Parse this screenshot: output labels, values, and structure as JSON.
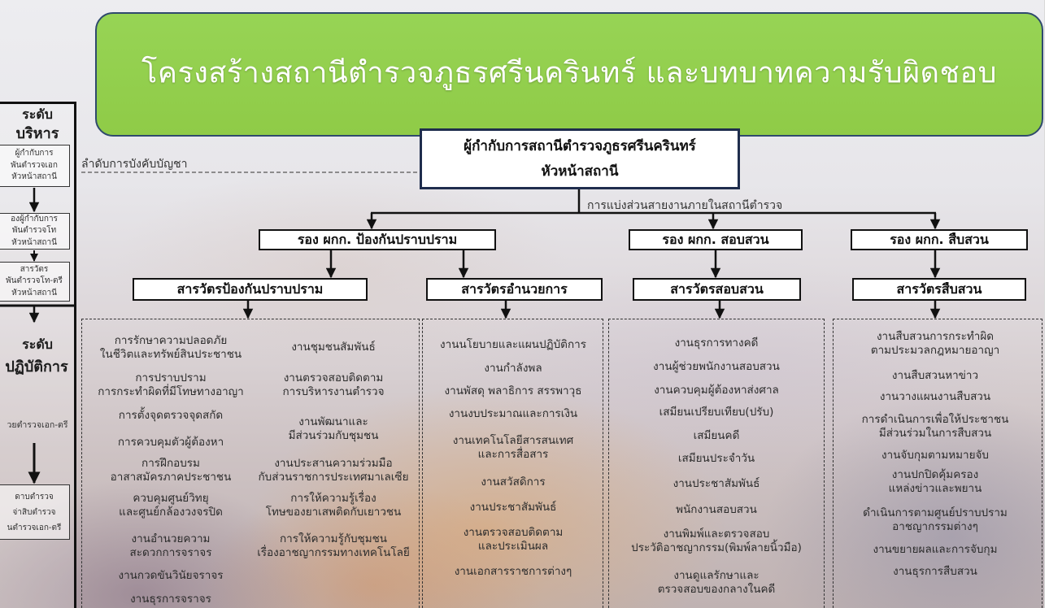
{
  "title": "โครงสร้างสถานีตำรวจภูธรศรีนครินทร์ และบทบาทความรับผิดชอบ",
  "sidebar": {
    "admin_level": [
      "ระดับ",
      "บริหาร"
    ],
    "admin_ranks": [
      "ผู้กำกับการ\nพันตำรวจเอก\nหัวหน้าสถานี",
      "องผู้กำกับการ\nพันตำรวจโท\nหัวหน้าสถานี",
      "สารวัตร\nพันตำรวจโท-ตรี\nหัวหน้าสถานี"
    ],
    "ops_level": [
      "ระดับ",
      "ปฏิบัติการ"
    ],
    "ops_rank": "วยตำรวจเอก-ตรี",
    "ops_rank_box": "ดาบตำรวจ\nจ่าสิบตำรวจ\nนตำรวจเอก-ตรี"
  },
  "chain_label": "ลำดับการบังคับบัญชา",
  "head": [
    "ผู้กำกับการสถานีตำรวจภูธรศรีนครินทร์",
    "หัวหน้าสถานี"
  ],
  "division_label": "การแบ่งส่วนสายงานภายในสถานีตำรวจ",
  "deputies": [
    "รอง ผกก. ป้องกันปราบปราม",
    "รอง ผกก. สอบสวน",
    "รอง ผกก. สืบสวน"
  ],
  "inspectors": [
    "สารวัตรป้องกันปราบปราม",
    "สารวัตรอำนวยการ",
    "สารวัตรสอบสวน",
    "สารวัตรสืบสวน"
  ],
  "duties": {
    "suppression_col1": [
      "การรักษาความปลอดภัย\nในชีวิตและทรัพย์สินประชาชน",
      "การปราบปราม\nการกระทำผิดที่มีโทษทางอาญา",
      "การตั้งจุดตรวจจุดสกัด",
      "การควบคุมตัวผู้ต้องหา",
      "การฝึกอบรม\nอาสาสมัครภาคประชาชน",
      "ควบคุมศูนย์วิทยุ\nและศูนย์กล้องวงจรปิด",
      "งานอำนวยความ\nสะดวกการจราจร",
      "งานกวดขันวินัยจราจร",
      "งานธุรการจราจร"
    ],
    "suppression_col2": [
      "งานชุมชนสัมพันธ์",
      "งานตรวจสอบติดตาม\nการบริหารงานตำรวจ",
      "งานพัฒนาและ\nมีส่วนร่วมกับชุมชน",
      "งานประสานความร่วมมือ\nกับส่วนราชการประเทศมาเลเซีย",
      "การให้ความรู้เรื่อง\nโทษของยาเสพติดกับเยาวชน",
      "การให้ความรู้กับชุมชน\nเรื่องอาชญากรรมทางเทคโนโลยี"
    ],
    "administration": [
      "งานนโยบายและแผนปฏิบัติการ",
      "งานกำลังพล",
      "งานพัสดุ พลาธิการ สรรพาวุธ",
      "งานงบประมาณและการเงิน",
      "งานเทคโนโลยีสารสนเทศ\nและการสื่อสาร",
      "งานสวัสดิการ",
      "งานประชาสัมพันธ์",
      "งานตรวจสอบติดตาม\nและประเมินผล",
      "งานเอกสารราชการต่างๆ"
    ],
    "inquiry": [
      "งานธุรการทางคดี",
      "งานผู้ช่วยพนักงานสอบสวน",
      "งานควบคุมผู้ต้องหาส่งศาล",
      "เสมียนเปรียบเทียบ(ปรับ)",
      "เสมียนคดี",
      "เสมียนประจำวัน",
      "งานประชาสัมพันธ์",
      "พนักงานสอบสวน",
      "งานพิมพ์และตรวจสอบ\nประวัติอาชญากรรม(พิมพ์ลายนิ้วมือ)",
      "งานดูแลรักษาและ\nตรวจสอบของกลางในคดี"
    ],
    "investigation": [
      "งานสืบสวนการกระทำผิด\nตามประมวลกฎหมายอาญา",
      "งานสืบสวนหาข่าว",
      "งานวางแผนงานสืบสวน",
      "การดำเนินการเพื่อให้ประชาชน\nมีส่วนร่วมในการสืบสวน",
      "งานจับกุมตามหมายจับ",
      "งานปกปิดคุ้มครอง\nแหล่งข่าวและพยาน",
      "ดำเนินการตามศูนย์ปราบปราม\nอาชญากรรมต่างๆ",
      "งานขยายผลและการจับกุม",
      "งานธุรการสืบสวน"
    ]
  }
}
